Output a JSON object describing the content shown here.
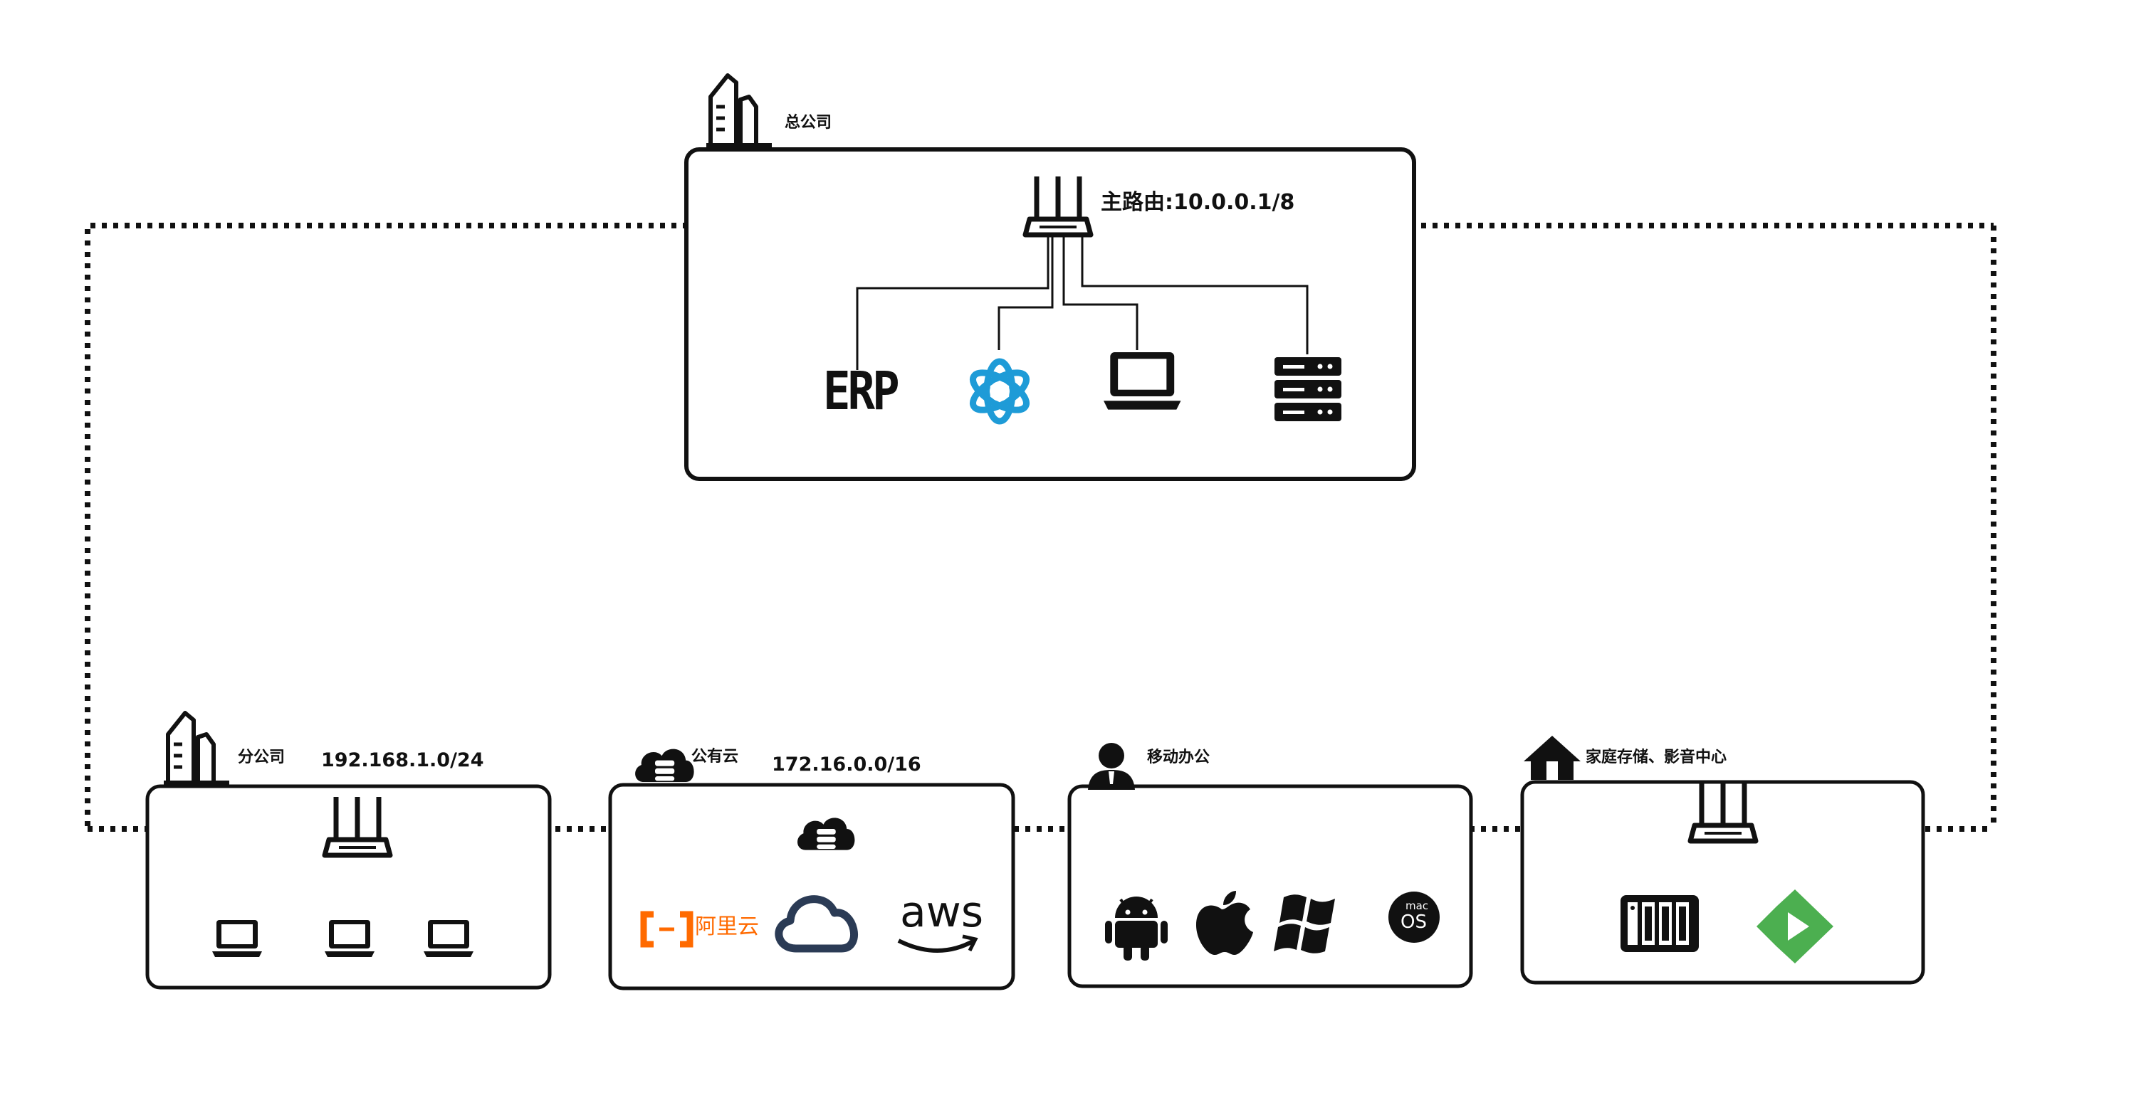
{
  "headquarters": {
    "label": "总公司",
    "router_label": "主路由:10.0.0.1/8",
    "erp_label": "ERP"
  },
  "branch": {
    "label": "分公司",
    "subnet": "192.168.1.0/24"
  },
  "public_cloud": {
    "label": "公有云",
    "subnet": "172.16.0.0/16",
    "aliyun_label": "阿里云",
    "aws_label": "aws",
    "colors": {
      "aliyun": "#ff6a00"
    }
  },
  "mobile_office": {
    "label": "移动办公",
    "macos_label_small": "mac",
    "macos_label_large": "OS"
  },
  "home": {
    "label": "家庭存储、影音中心",
    "colors": {
      "media": "#4caf50"
    }
  }
}
